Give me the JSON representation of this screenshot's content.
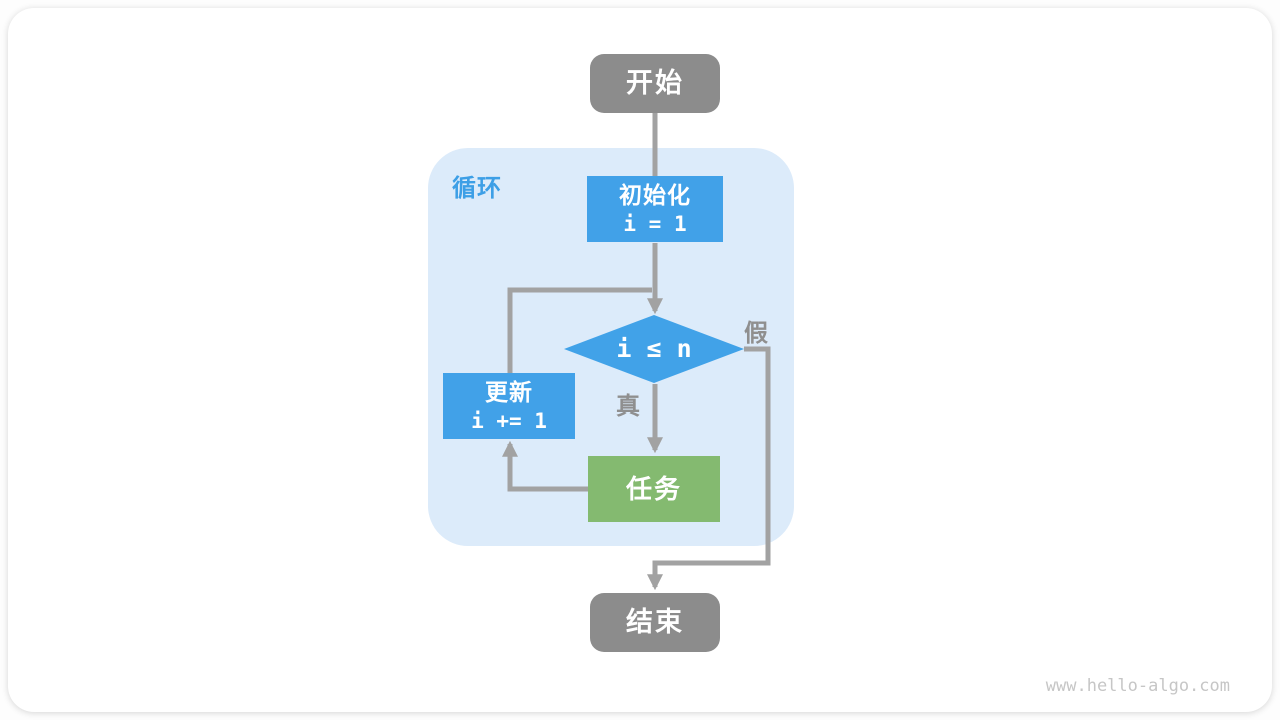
{
  "page": {
    "watermark": "www.hello-algo.com"
  },
  "flowchart": {
    "type": "loop-flowchart",
    "loop_label": "循环",
    "nodes": {
      "start": {
        "label": "开始"
      },
      "init": {
        "label": "初始化",
        "code": "i = 1"
      },
      "condition": {
        "label": "i ≤ n"
      },
      "task": {
        "label": "任务"
      },
      "update": {
        "label": "更新",
        "code": "i += 1"
      },
      "end": {
        "label": "结束"
      }
    },
    "branches": {
      "true_label": "真",
      "false_label": "假"
    },
    "edges": [
      {
        "from": "start",
        "to": "init"
      },
      {
        "from": "init",
        "to": "condition"
      },
      {
        "from": "condition",
        "to": "task",
        "label": "真"
      },
      {
        "from": "task",
        "to": "update"
      },
      {
        "from": "update",
        "to": "condition"
      },
      {
        "from": "condition",
        "to": "end",
        "label": "假"
      }
    ],
    "colors": {
      "terminal_gray": "#8c8c8c",
      "process_blue": "#41a1e8",
      "task_green": "#84ba70",
      "loop_container_bg": "#dcebfa",
      "loop_label_blue": "#3d9fe6",
      "arrow_gray": "#a2a2a2",
      "branch_label_gray": "#8f8f8f",
      "watermark_gray": "#c6c6c6",
      "node_text": "#ffffff"
    }
  }
}
